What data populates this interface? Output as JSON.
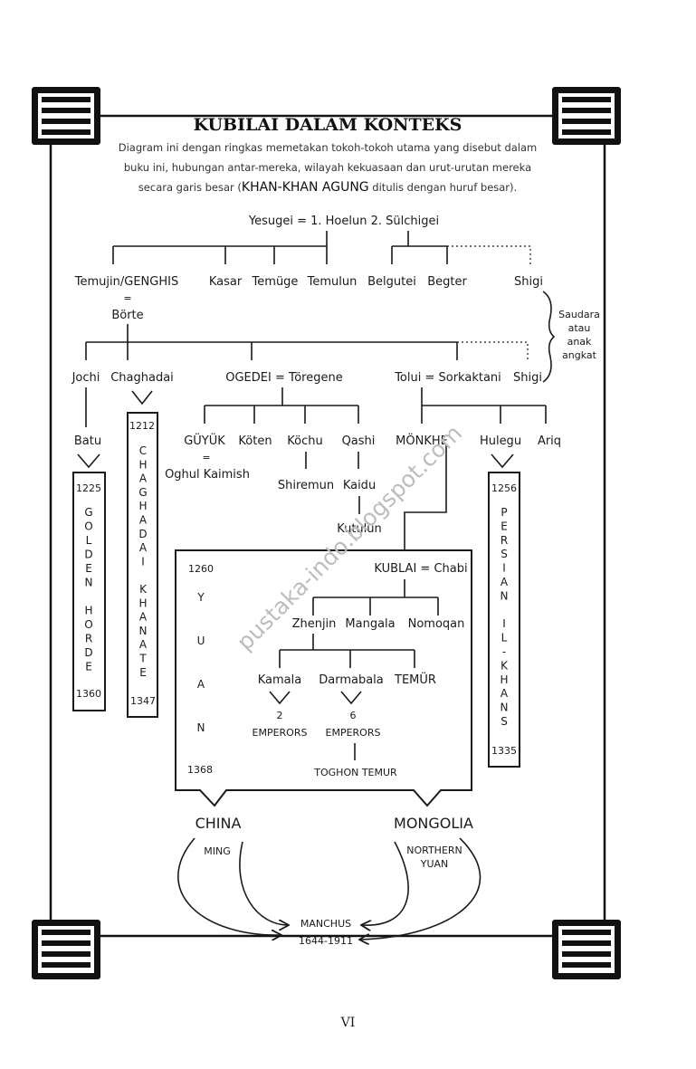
{
  "header": {
    "title": "KUBILAI DALAM KONTEKS",
    "desc_line1": "Diagram ini dengan ringkas memetakan tokoh-tokoh utama yang disebut dalam",
    "desc_line2": "buku ini, hubungan antar-mereka, wilayah kekuasaan dan urut-urutan mereka",
    "desc_line3a": "secara garis besar (",
    "desc_emph": "KHAN-KHAN AGUNG",
    "desc_line3b": " ditulis dengan huruf besar)."
  },
  "tree": {
    "root": "Yesugei = 1. Hoelun 2. Sülchigei",
    "gen1": [
      "Temujin/GENGHIS",
      "Kasar",
      "Temüge",
      "Temulun",
      "Belgutei",
      "Begter",
      "Shigi"
    ],
    "eq": "=",
    "borte": "Börte",
    "bracket_note": [
      "Saudara",
      "atau",
      "anak",
      "angkat"
    ],
    "gen2": [
      "Jochi",
      "Chaghadai",
      "OGEDEI = Töregene",
      "Tolui = Sorkaktani",
      "Shigi"
    ],
    "ogedei_children": [
      "GÜYÜK",
      "Köten",
      "Köchu",
      "Qashi"
    ],
    "oghul": "Oghul Kaimish",
    "shiremun": "Shiremun",
    "kaidu": "Kaidu",
    "kutulun": "Kutulun",
    "tolui_children": [
      "MÖNKHE",
      "Hulegu",
      "Ariq"
    ],
    "batu": "Batu"
  },
  "khanates": {
    "golden": {
      "start": "1225",
      "letters": [
        "G",
        "O",
        "L",
        "D",
        "E",
        "N",
        "",
        "H",
        "O",
        "R",
        "D",
        "E"
      ],
      "end": "1360"
    },
    "chaghadai": {
      "start": "1212",
      "letters": [
        "C",
        "H",
        "A",
        "G",
        "H",
        "A",
        "D",
        "A",
        "I",
        "",
        "K",
        "H",
        "A",
        "N",
        "A",
        "T",
        "E"
      ],
      "end": "1347"
    },
    "persian": {
      "start": "1256",
      "letters": [
        "P",
        "E",
        "R",
        "S",
        "I",
        "A",
        "N",
        "",
        "I",
        "L",
        "-",
        "K",
        "H",
        "A",
        "N",
        "S"
      ],
      "end": "1335"
    }
  },
  "yuan": {
    "start": "1260",
    "letters": [
      "Y",
      "U",
      "A",
      "N"
    ],
    "end": "1368",
    "kublai": "KUBLAI = Chabi",
    "children": [
      "Zhenjin",
      "Mangala",
      "Nomoqan"
    ],
    "grandchildren": [
      "Kamala",
      "Darmabala",
      "TEMÜR"
    ],
    "kamala_desc": [
      "2",
      "EMPERORS"
    ],
    "darmabala_desc": [
      "6",
      "EMPERORS"
    ],
    "last": "TOGHON TEMUR"
  },
  "succession": {
    "china": "CHINA",
    "ming": "MING",
    "mongolia": "MONGOLIA",
    "northern": "NORTHERN",
    "yuan": "YUAN",
    "manchus": "MANCHUS",
    "manchus_years": "1644-1911"
  },
  "watermark": "pustaka-indo.blogspot.com",
  "page_number": "VI"
}
